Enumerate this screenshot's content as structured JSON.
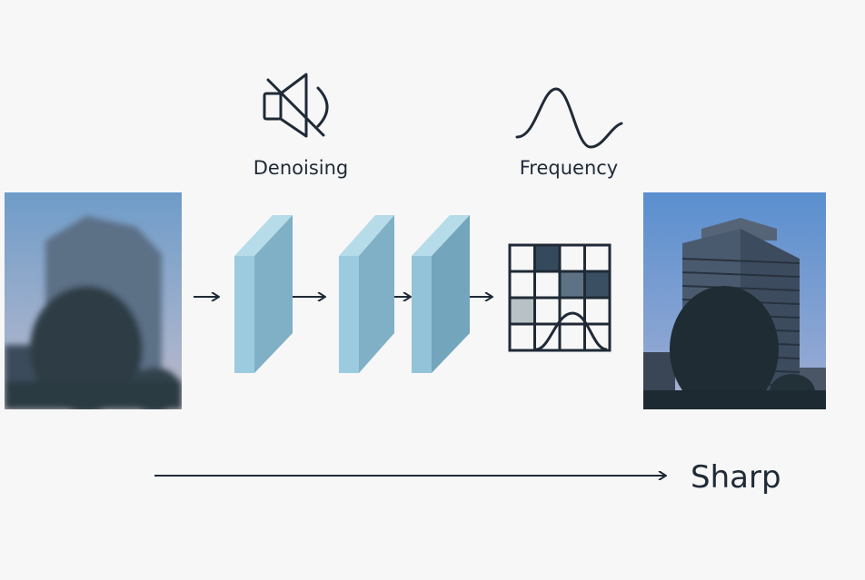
{
  "labels": {
    "denoising": "Denoising",
    "frequency": "Frequency",
    "sharp": "Sharp"
  },
  "icons": {
    "denoise": "speaker-muted-icon",
    "frequency": "sine-wave-icon"
  },
  "colors": {
    "background": "#f7f7f8",
    "stroke": "#1f2a36",
    "slab_front": "#93c3d8",
    "slab_side": "#7fb0c6",
    "slab_top": "#b6dbe9",
    "sky_top": "#5f8fc9",
    "sky_bottom": "#a7b6d3"
  },
  "frequency_grid": {
    "rows": 4,
    "cols": 4,
    "shaded_cells": [
      {
        "row": 0,
        "col": 1,
        "color": "#34495c"
      },
      {
        "row": 1,
        "col": 2,
        "color": "#5d7385"
      },
      {
        "row": 1,
        "col": 3,
        "color": "#3a4f61"
      },
      {
        "row": 2,
        "col": 0,
        "color": "#b7c1c6"
      }
    ]
  }
}
